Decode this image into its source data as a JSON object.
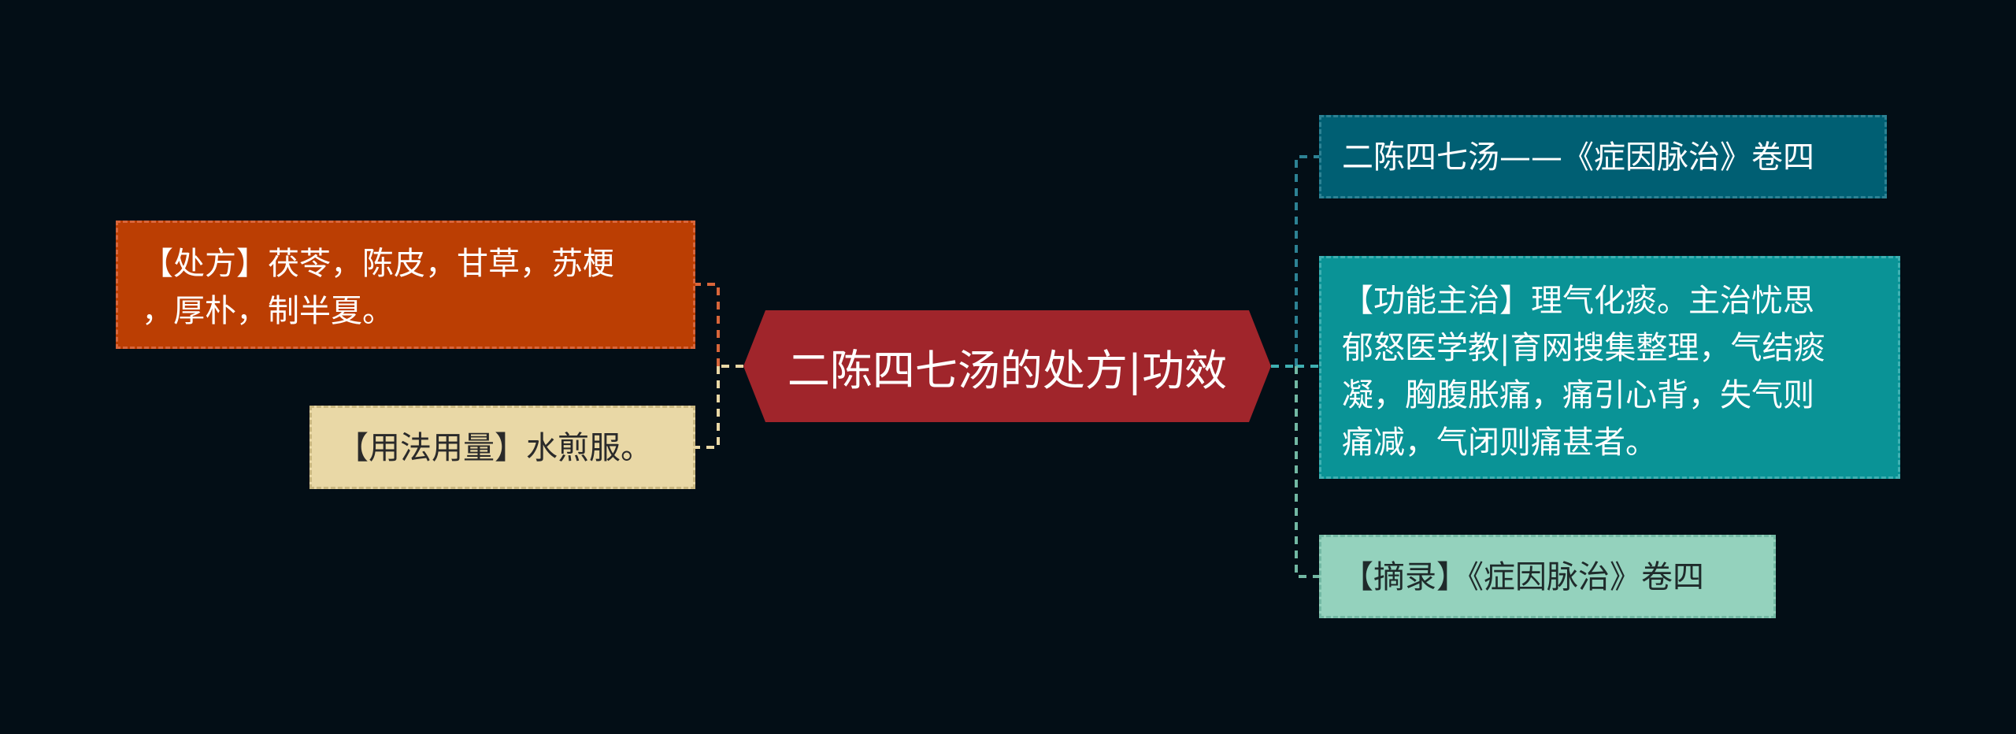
{
  "root": {
    "label": "二陈四七汤的处方|功效"
  },
  "left_nodes": [
    {
      "lines": [
        "【处方】茯苓，陈皮，甘草，苏梗",
        "，厚朴，制半夏。"
      ]
    },
    {
      "lines": [
        "【用法用量】水煎服。"
      ]
    }
  ],
  "right_nodes": [
    {
      "lines": [
        "二陈四七汤——《症因脉治》卷四"
      ]
    },
    {
      "lines": [
        "【功能主治】理气化痰。主治忧思",
        "郁怒医学教|育网搜集整理，气结痰",
        "凝，胸腹胀痛，痛引心背，失气则",
        "痛减，气闭则痛甚者。"
      ]
    },
    {
      "lines": [
        "【摘录】《症因脉治》卷四"
      ]
    }
  ],
  "colors": {
    "background": "#030e16",
    "root": "#a0252b",
    "prescription": "#bb3e03",
    "usage": "#e9d8a6",
    "source": "#005f73",
    "function": "#0a9396",
    "excerpt": "#94d2bd"
  }
}
